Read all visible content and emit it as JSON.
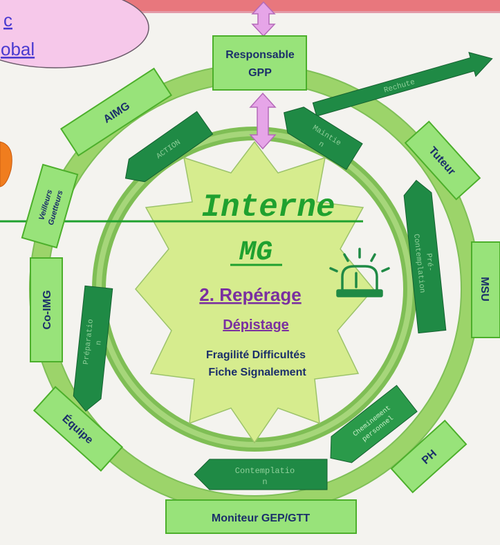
{
  "top_bubble": {
    "line1": "c",
    "line2": "obal"
  },
  "boxes": {
    "responsable_line1": "Responsable",
    "responsable_line2": "GPP",
    "aimg": "AIMG",
    "veilleurs_line1": "Veilleurs",
    "veilleurs_line2": "Guetteurs",
    "co_img": "Co-IMG",
    "equipe": "Équipe",
    "moniteur": "Moniteur GEP/GTT",
    "ph": "PH",
    "msu": "MSU",
    "tuteur": "Tuteur"
  },
  "stages": {
    "rechute": "Rechute",
    "maintien_line1": "Maintie",
    "maintien_line2": "n",
    "action": "ACTION",
    "pre_line1": "Pré-",
    "pre_line2": "Contemplation",
    "preparation_line1": "Préparatio",
    "preparation_line2": "n",
    "cheminement_line1": "Cheminement",
    "cheminement_line2": "personnel",
    "contemplation_line1": "Contemplatio",
    "contemplation_line2": "n"
  },
  "center": {
    "title_line1": "Interne",
    "title_line2": "MG",
    "step": "2. Repérage",
    "depistage": "Dépistage",
    "line1": "Fragilité Difficultés",
    "line2": "Fiche Signalement"
  },
  "icons": {
    "alarm": "siren-alarm-icon"
  },
  "colors": {
    "outer_ring": "#9cd46a",
    "box_fill": "#98e37a",
    "box_border": "#4caf2b",
    "inner_ring": "#7fbe55",
    "arrow_fill": "#1f8a45",
    "star_fill": "#d6ec8e",
    "title_text": "#1fa12f",
    "step_text": "#7a2fa0",
    "top_banner": "#e8777d",
    "bubble_fill": "#f6c8ea",
    "bubble_text": "#4a3ad0"
  }
}
